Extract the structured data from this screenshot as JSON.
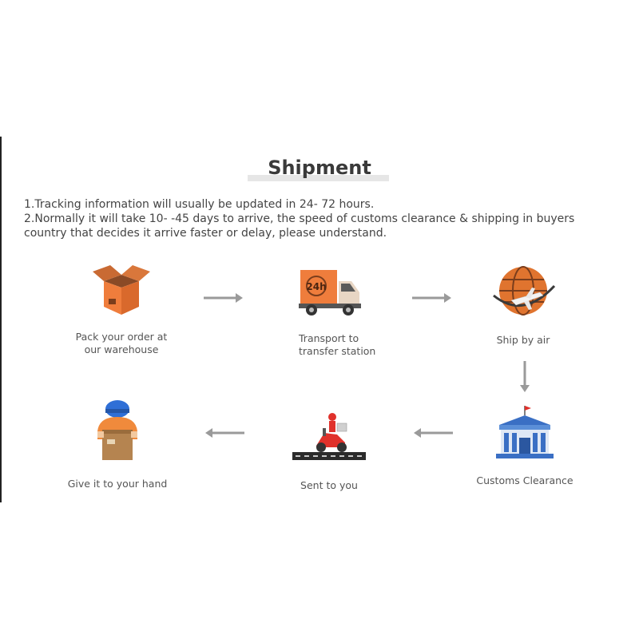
{
  "title": "Shipment",
  "notes": [
    "1.Tracking information will usually be updated in 24- 72 hours.",
    "2.Normally it will take 10- -45 days to arrive, the speed of customs clearance & shipping in buyers country that decides it arrive faster or delay, please understand."
  ],
  "steps": {
    "pack": {
      "label": "Pack your order at\n  our warehouse",
      "icon": "box-icon"
    },
    "transport": {
      "label": "Transport to\ntransfer station",
      "icon": "truck-icon",
      "badge": "24h"
    },
    "air": {
      "label": "Ship by air",
      "icon": "globe-plane-icon"
    },
    "customs": {
      "label": "Customs Clearance",
      "icon": "customs-building-icon"
    },
    "sent": {
      "label": "Sent to you",
      "icon": "scooter-courier-icon"
    },
    "hand": {
      "label": "Give it to your hand",
      "icon": "delivery-person-icon"
    }
  },
  "colors": {
    "orange": "#ef7d3c",
    "arrow": "#9a9a9a",
    "blue": "#3a6fc4"
  }
}
